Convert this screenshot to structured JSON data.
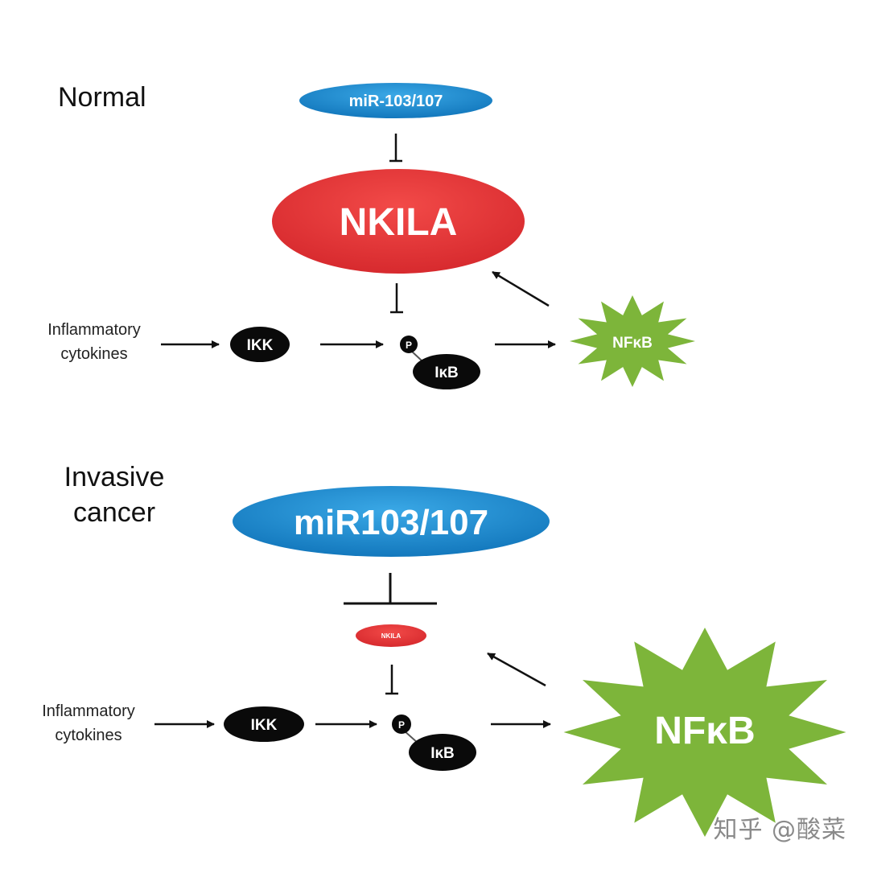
{
  "normal": {
    "section_title": "Normal",
    "mirna": "miR-103/107",
    "nkila": "NKILA",
    "stimulus_line1": "Inflammatory",
    "stimulus_line2": "cytokines",
    "ikk": "IKK",
    "phospho": "P",
    "ikb": "IκB",
    "nfkb": "NFκB"
  },
  "invasive": {
    "section_title_line1": "Invasive",
    "section_title_line2": "cancer",
    "mirna": "miR103/107",
    "nkila": "NKILA",
    "stimulus_line1": "Inflammatory",
    "stimulus_line2": "cytokines",
    "ikk": "IKK",
    "phospho": "P",
    "ikb": "IκB",
    "nfkb": "NFκB"
  },
  "watermark": "知乎 @酸菜",
  "colors": {
    "mirna_blue": "#1e88c9",
    "nkila_red": "#e8383a",
    "nfkb_green": "#7db53a",
    "node_black": "#0a0a0a"
  }
}
